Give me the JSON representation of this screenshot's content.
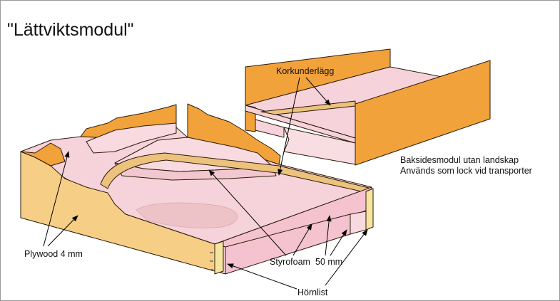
{
  "title": "\"Lättviktsmodul\"",
  "labels": {
    "korkunderlagg": "Korkunderlägg",
    "backside_line1": "Baksidesmodul utan landskap",
    "backside_line2": "Används som lock vid transporter",
    "plywood": "Plywood 4 mm",
    "styrofoam": "Styrofoam",
    "styrofoam_size": "50 mm",
    "hornlist": "Hörnlist"
  },
  "colors": {
    "plywood_dark": "#F2A23A",
    "plywood_light": "#F6CE86",
    "styrofoam": "#F6D2DA",
    "styrofoam_light": "#FBE3E8",
    "cork": "#EDC27D"
  }
}
